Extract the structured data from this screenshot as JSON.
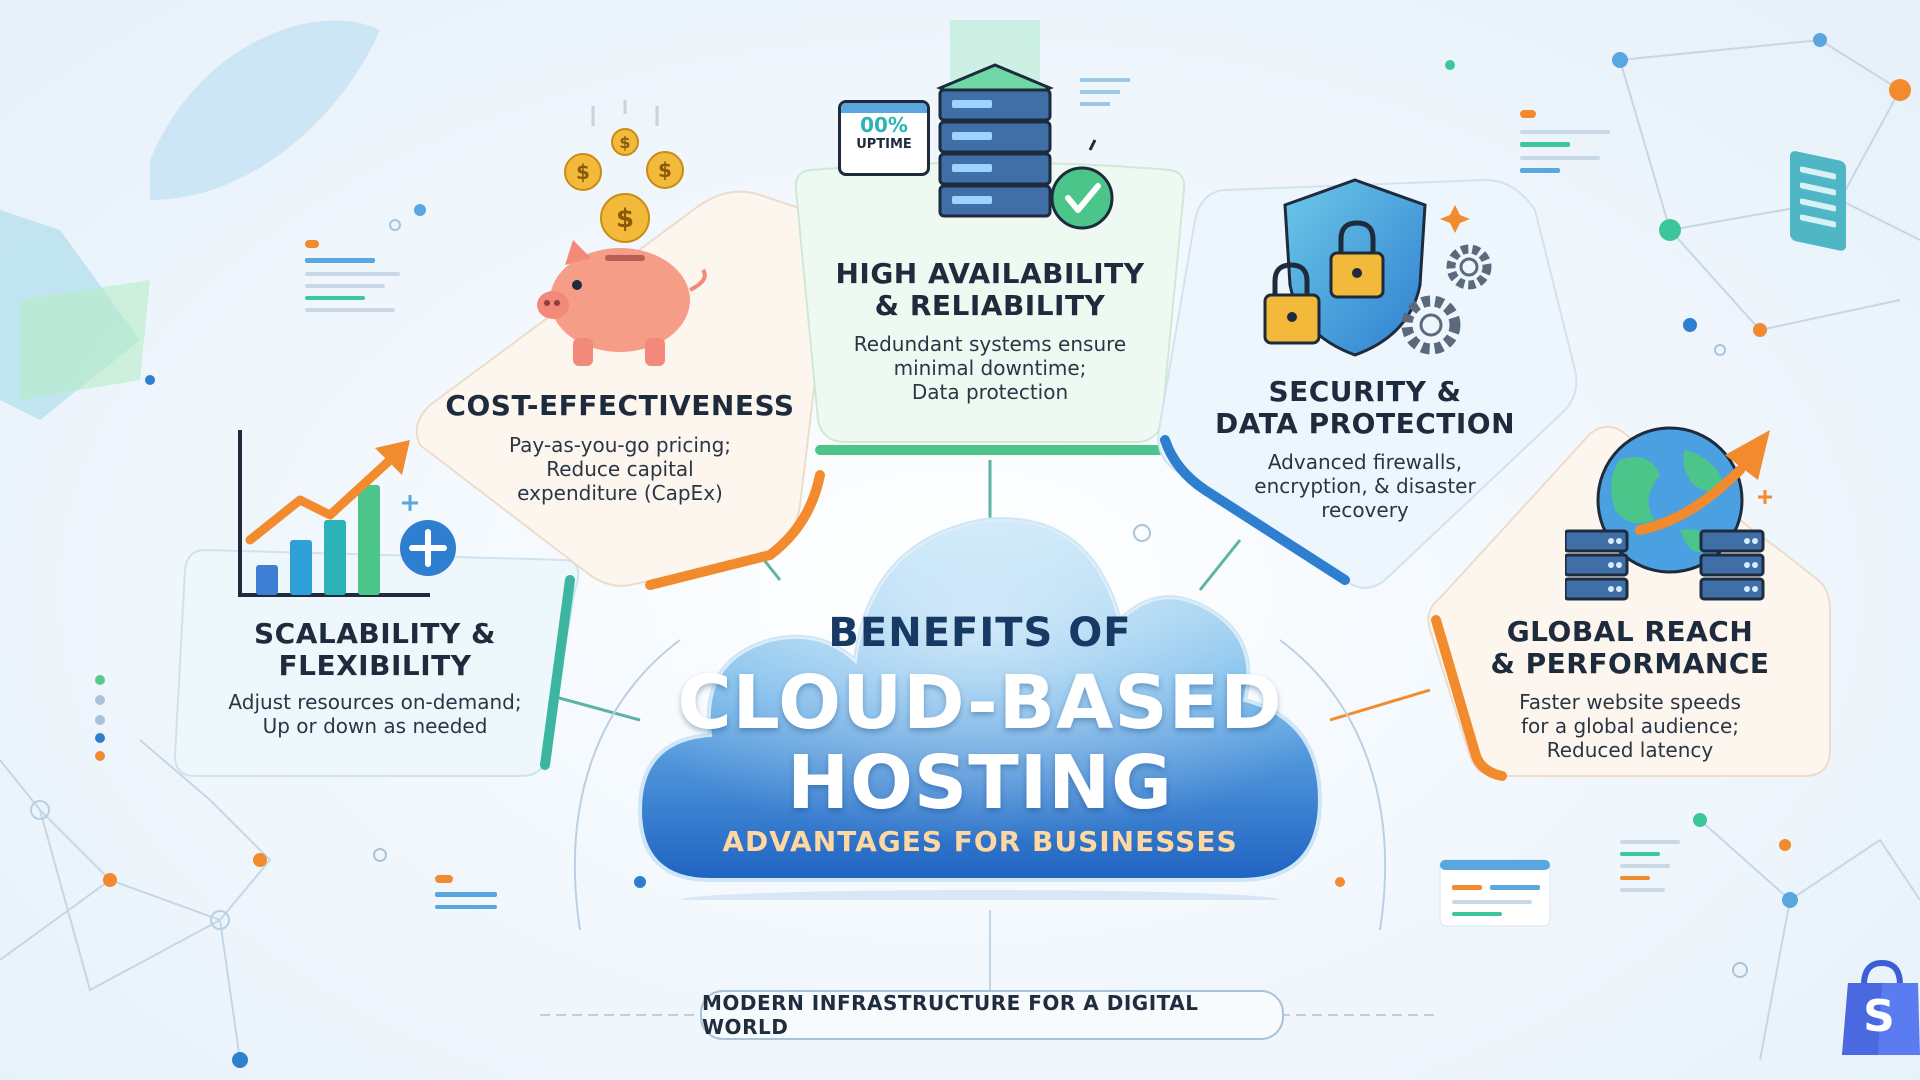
{
  "center": {
    "line1": "BENEFITS OF",
    "line2": "CLOUD-BASED",
    "line3": "HOSTING",
    "line4": "ADVANTAGES FOR BUSINESSES"
  },
  "tagline": "MODERN INFRASTRUCTURE FOR A DIGITAL WORLD",
  "cards": {
    "scalability": {
      "title1": "SCALABILITY &",
      "title2": "FLEXIBILITY",
      "desc1": "Adjust resources on-demand;",
      "desc2": "Up or down as needed"
    },
    "cost": {
      "title1": "COST-EFFECTIVENESS",
      "desc1": "Pay-as-you-go pricing;",
      "desc2": "Reduce capital",
      "desc3": "expenditure (CapEx)"
    },
    "availability": {
      "title1": "HIGH AVAILABILITY",
      "title2": "& RELIABILITY",
      "desc1": "Redundant systems ensure",
      "desc2": "minimal downtime;",
      "desc3": "Data protection"
    },
    "security": {
      "title1": "SECURITY &",
      "title2": "DATA PROTECTION",
      "desc1": "Advanced firewalls,",
      "desc2": "encryption, & disaster",
      "desc3": "recovery"
    },
    "global": {
      "title1": "GLOBAL REACH",
      "title2": "& PERFORMANCE",
      "desc1": "Faster website speeds",
      "desc2": "for a global audience;",
      "desc3": "Reduced latency"
    }
  },
  "uptime_badge": {
    "value": "00%",
    "label": "UPTIME"
  },
  "coin_symbol": "$",
  "logo_letter": "S",
  "icons": [
    "bar-chart-icon",
    "growth-arrow-icon",
    "plus-icon",
    "piggy-bank-icon",
    "coin-icon",
    "server-stack-icon",
    "checkmark-icon",
    "uptime-badge-icon",
    "shield-lock-icon",
    "padlock-icon",
    "gear-icon",
    "globe-icon",
    "server-rack-icon",
    "shopping-bag-logo-icon"
  ],
  "colors": {
    "navy": "#163a63",
    "cloud_blue": "#2f7fd0",
    "orange": "#f28a2e",
    "green": "#4cc58a",
    "teal": "#2bb3b8",
    "text": "#1d2b3d"
  }
}
